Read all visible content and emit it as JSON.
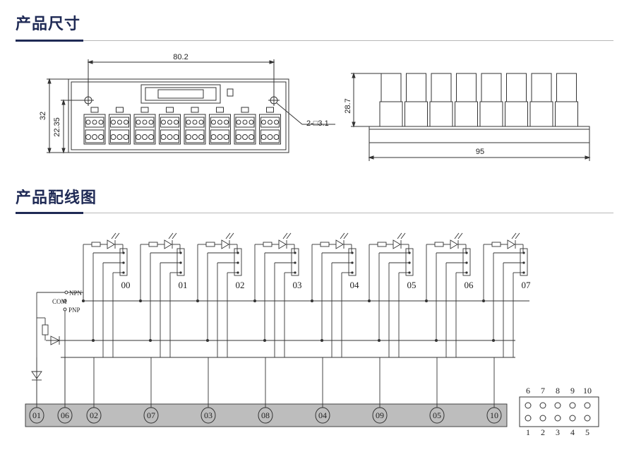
{
  "sections": {
    "dimensions_title": "产品尺寸",
    "wiring_title": "产品配线图"
  },
  "dimensions": {
    "width_top": "80.2",
    "height_total": "32",
    "height_inner": "22.35",
    "hole_note": "2-□3.1",
    "side_height": "28.7",
    "side_width": "95"
  },
  "wiring": {
    "channels": [
      "00",
      "01",
      "02",
      "03",
      "04",
      "05",
      "06",
      "07"
    ],
    "npn_label": "NPN",
    "com_label": "COM",
    "pnp_label": "PNP",
    "terminal_labels": [
      "01",
      "06",
      "02",
      "07",
      "03",
      "08",
      "04",
      "09",
      "05",
      "10"
    ],
    "connector_top_numbers": [
      "6",
      "7",
      "8",
      "9",
      "10"
    ],
    "connector_bottom_numbers": [
      "1",
      "2",
      "3",
      "4",
      "5"
    ]
  }
}
